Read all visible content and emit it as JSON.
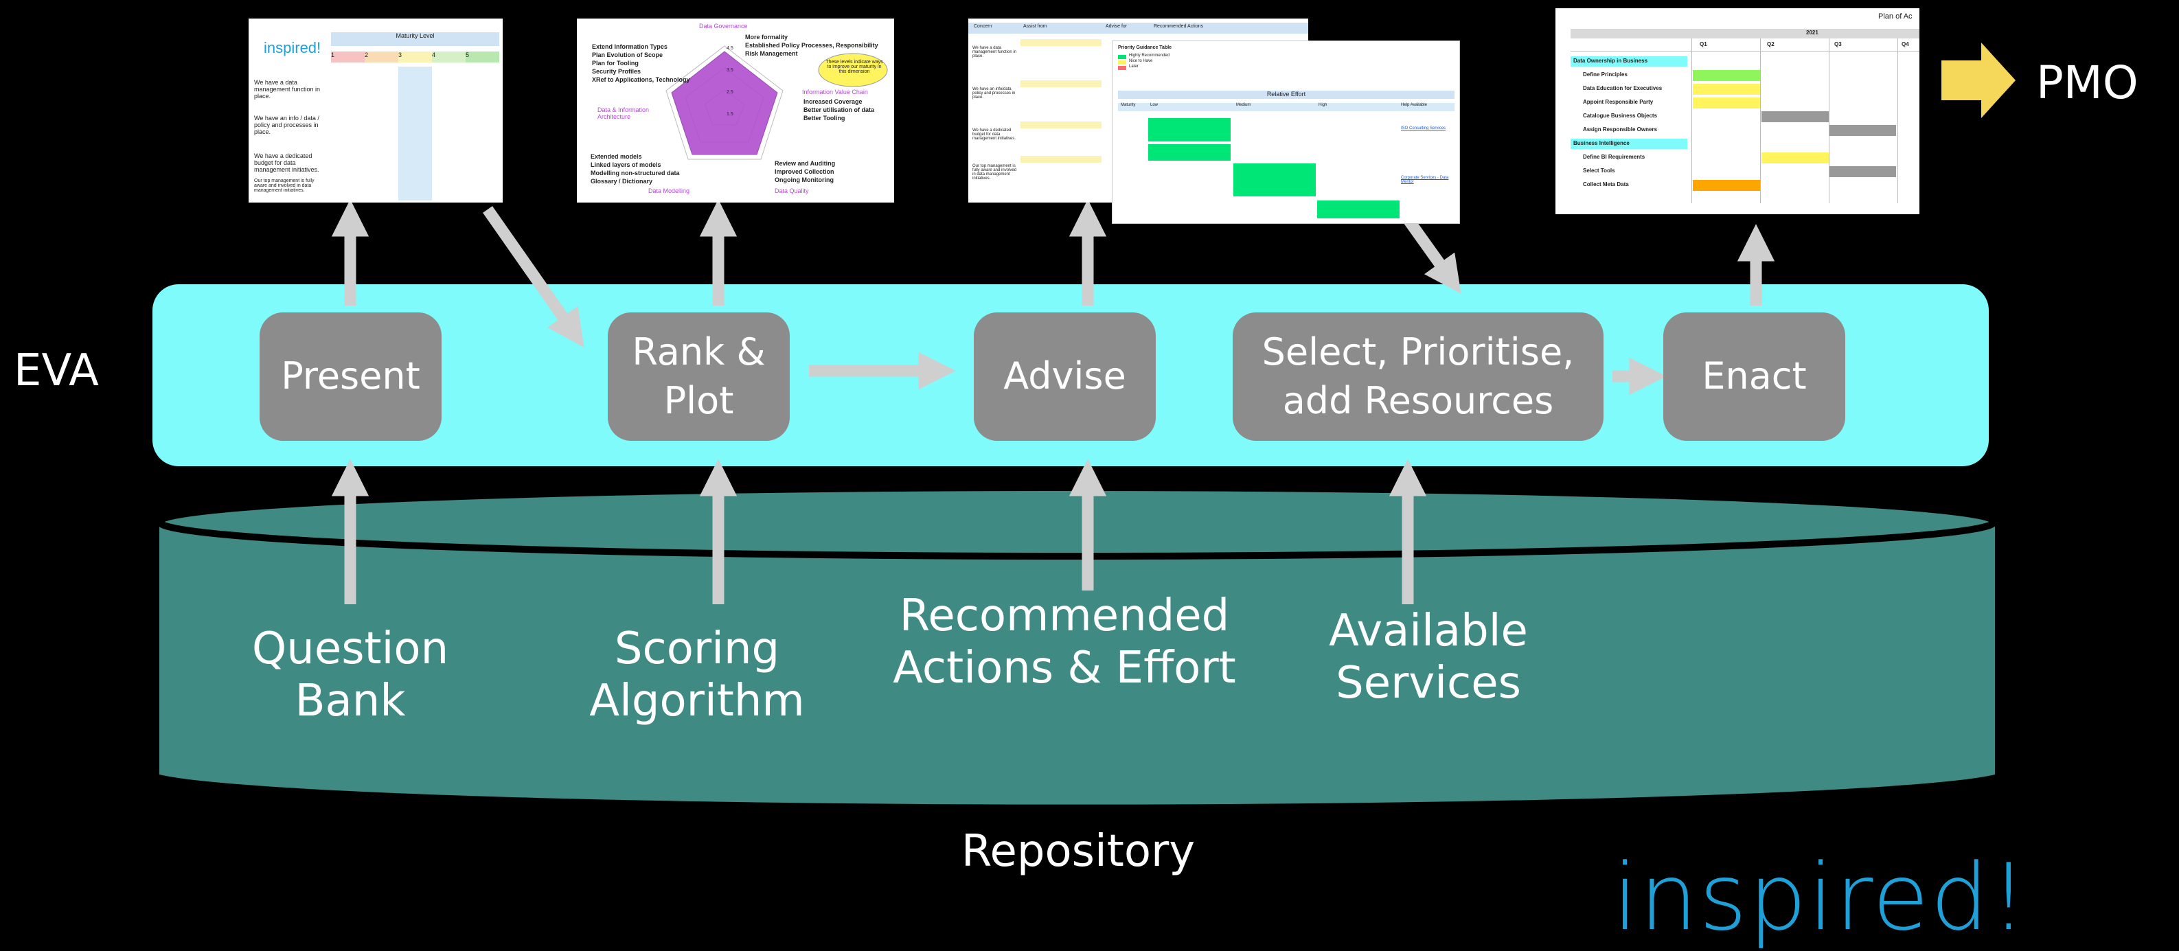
{
  "eva_label": "EVA",
  "pmo_label": "PMO",
  "repository_label": "Repository",
  "logo": {
    "text": "inspired!",
    "main": "inspired",
    "mark": "!",
    "accent": "#1ea0d8"
  },
  "colors": {
    "eva_band": "#7ffbfb",
    "step_box": "#8c8c8c",
    "repository": "#3f8a82",
    "arrow": "#cfcfcf",
    "pmo_arrow": "#f5d75a"
  },
  "steps": [
    {
      "label": "Present"
    },
    {
      "label": "Rank & Plot"
    },
    {
      "label": "Advise"
    },
    {
      "label": "Select, Prioritise, add Resources"
    },
    {
      "label": "Enact"
    }
  ],
  "sources": [
    {
      "label": "Question Bank"
    },
    {
      "label": "Scoring Algorithm"
    },
    {
      "label": "Recommended Actions & Effort"
    },
    {
      "label": "Available Services"
    }
  ],
  "thumbnails": {
    "maturity": {
      "logo": "inspired!",
      "header": "Maturity Level",
      "levels": [
        "1",
        "2",
        "3",
        "4",
        "5"
      ],
      "rows": [
        "We have a data management function in place.",
        "We have an info / data / policy and processes in place.",
        "We have a dedicated budget for data management initiatives.",
        "Our top management is fully aware and involved in data management initiatives."
      ]
    },
    "radar": {
      "axes": [
        "Data Governance",
        "Information Value Chain",
        "Data Quality",
        "Data Modelling",
        "Data & Information Architecture"
      ],
      "gov_items": [
        "More formality",
        "Established Policy Processes, Responsibility",
        "Risk Management"
      ],
      "arch_items": [
        "Extend Information Types",
        "Plan Evolution of Scope",
        "Plan for Tooling",
        "Security Profiles",
        "XRef to Applications, Technology"
      ],
      "ivc_items": [
        "Increased Coverage",
        "Better utilisation of data",
        "Better Tooling"
      ],
      "model_items": [
        "Extended models",
        "Linked layers of models",
        "Modelling non-structured data",
        "Glossary / Dictionary"
      ],
      "quality_items": [
        "Review and Auditing",
        "Improved Collection",
        "Ongoing Monitoring"
      ],
      "callout": "These levels indicate ways to improve our maturity in this dimension",
      "ticks": [
        "4.5",
        "3.5",
        "2.5",
        "1.5"
      ]
    },
    "actions": {
      "headers": [
        "Concern",
        "Assist from",
        "Advise for",
        "Recommended Actions"
      ],
      "rows": [
        "We have a data management function in place.",
        "We have an info/data policy and processes in place.",
        "We have a dedicated budget for data management initiatives.",
        "Our top management is fully aware and involved in data management initiatives."
      ],
      "priority_title": "Priority Guidance Table",
      "legend": [
        "Highly Recommended",
        "Nice to Have",
        "Later"
      ],
      "effort_title": "Relative Effort",
      "effort_headers": [
        "Maturity",
        "Low",
        "Medium",
        "High",
        "Help Available"
      ],
      "help_links": [
        "ISO Consulting Services",
        "Corporate Services - Data Mentor"
      ]
    },
    "plan": {
      "title": "Plan of Ac",
      "year": "2021",
      "quarters": [
        "Q1",
        "Q2",
        "Q3",
        "Q4"
      ],
      "sections": [
        {
          "name": "Data Ownership in Business",
          "items": [
            "Define Principles",
            "Data Education for Executives",
            "Appoint Responsible Party",
            "Catalogue Business Objects",
            "Assign Responsible Owners"
          ]
        },
        {
          "name": "Business Intelligence",
          "items": [
            "Define BI Requirements",
            "Select Tools",
            "Collect Meta Data"
          ]
        }
      ]
    }
  }
}
